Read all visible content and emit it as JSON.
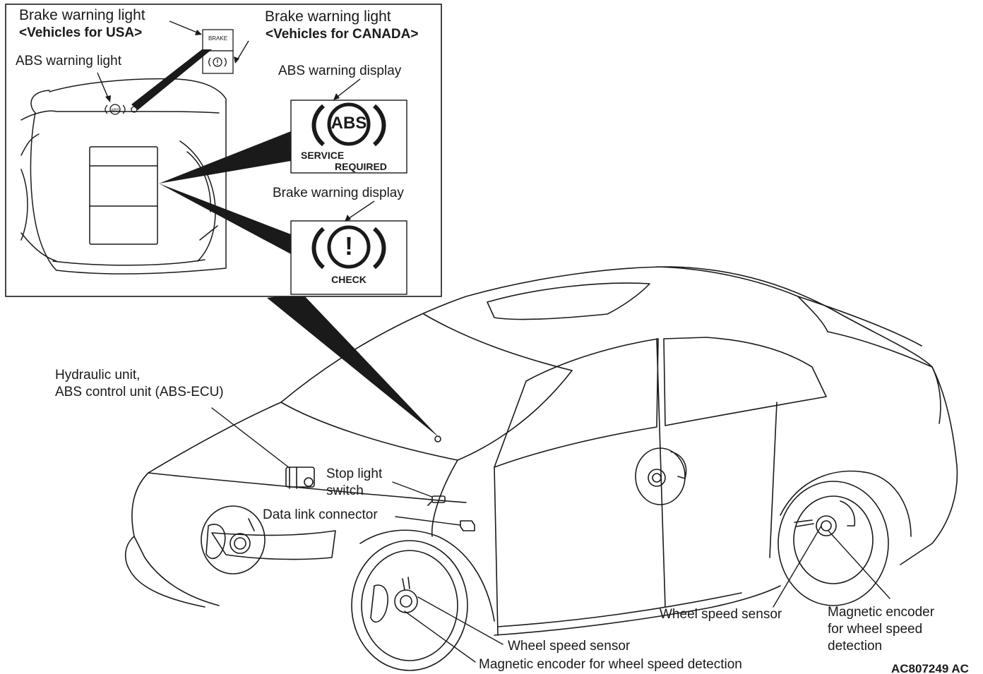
{
  "colors": {
    "line": "#1a1a1a",
    "leader_wedge": "#1a1a1a",
    "background": "#ffffff"
  },
  "inset": {
    "brake_warning_light_usa": {
      "line1": "Brake warning light",
      "line2": "<Vehicles for USA>"
    },
    "brake_warning_light_canada": {
      "line1": "Brake warning light",
      "line2": "<Vehicles for CANADA>"
    },
    "abs_warning_light": "ABS warning light",
    "brake_lamp_text": "BRAKE",
    "canada_lamp_symbol": "(!)",
    "abs_lamp_symbol": "(ABS)",
    "abs_warning_display": {
      "title": "ABS warning display",
      "symbol": "ABS",
      "line1": "SERVICE",
      "line2": "REQUIRED"
    },
    "brake_warning_display": {
      "title": "Brake warning display",
      "symbol": "!",
      "line1": "CHECK"
    }
  },
  "labels": {
    "hydraulic_unit": {
      "line1": "Hydraulic unit,",
      "line2": "ABS control unit (ABS-ECU)"
    },
    "stop_light_switch": {
      "line1": "Stop light",
      "line2": "switch"
    },
    "data_link_connector": "Data link connector",
    "front_wheel_speed_sensor": "Wheel speed sensor",
    "front_magnetic_encoder": "Magnetic encoder for wheel speed detection",
    "rear_wheel_speed_sensor": "Wheel speed sensor",
    "rear_magnetic_encoder": {
      "line1": "Magnetic encoder",
      "line2": "for wheel speed",
      "line3": "detection"
    }
  },
  "figure_code": "AC807249 AC"
}
